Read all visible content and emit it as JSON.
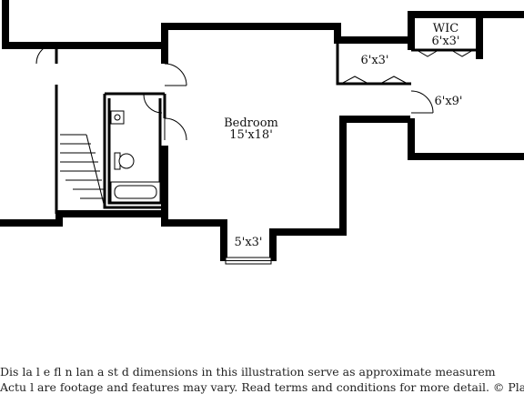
{
  "rooms": {
    "bedroom": {
      "name": "Bedroom",
      "dims": "15'x18'"
    },
    "closet_right": {
      "dims": "6'x3'"
    },
    "wic": {
      "name": "WIC",
      "dims": "6'x3'"
    },
    "right_room": {
      "dims": "6'x9'"
    },
    "alcove": {
      "dims": "5'x3'"
    }
  },
  "disclaimer": {
    "line1": "Dis  la       l e fl    n  lan a     st    d dimensions in this illustration serve as approximate measurem",
    "line2": "Actu   l     are footage and features may vary. Read terms and conditions for more detail. © PlanOm"
  }
}
